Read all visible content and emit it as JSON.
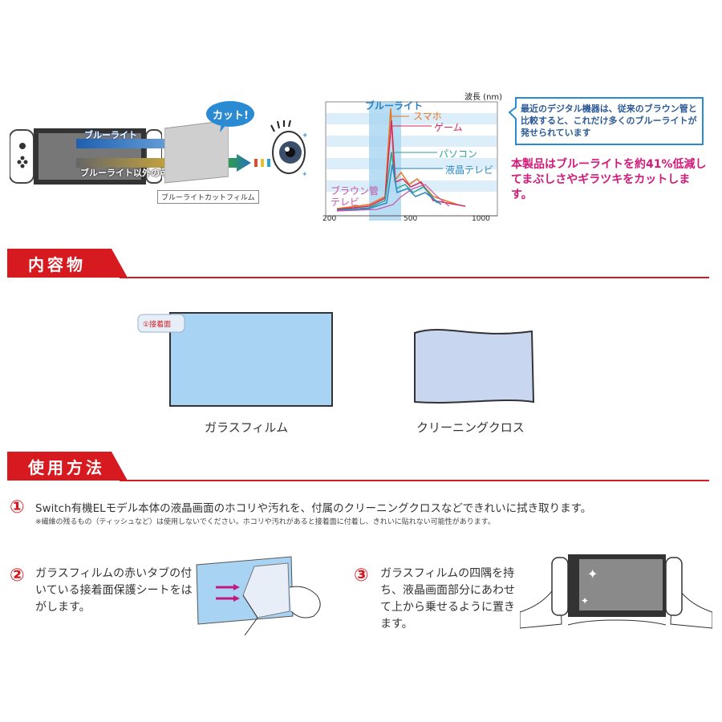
{
  "top": {
    "callout_cut": "カット!",
    "label_bluelight": "ブルーライト",
    "label_visible": "ブルーライト以外の可視光線",
    "label_film": "ブルーライトカットフィルム"
  },
  "spectrum": {
    "unit_label": "波長 (nm)",
    "band_label": "ブルーライト",
    "series": [
      {
        "name": "スマホ",
        "color": "#e87722"
      },
      {
        "name": "ゲーム",
        "color": "#d7265a"
      },
      {
        "name": "パソコン",
        "color": "#2aa58f"
      },
      {
        "name": "液晶テレビ",
        "color": "#2a8ac4"
      },
      {
        "name": "ブラウン管テレビ",
        "color": "#c653a6"
      }
    ],
    "ticks": [
      "200",
      "500",
      "1000"
    ]
  },
  "info": {
    "box_text": "最近のデジタル機器は、従来のブラウン管と比較すると、これだけ多くのブルーライトが発せられています",
    "claim_text": "本製品はブルーライトを約41%低減してまぶしさやギラツキをカットします。"
  },
  "contents": {
    "heading": "内容物",
    "tab_label": "①接着面",
    "glass_label": "ガラスフィルム",
    "cloth_label": "クリーニングクロス"
  },
  "usage": {
    "heading": "使用方法",
    "step1_num": "①",
    "step1_text": "Switch有機ELモデル本体の液晶画面のホコリや汚れを、付属のクリーニングクロスなどできれいに拭き取ります。",
    "step1_note": "※繊維の残るもの（ティッシュなど）は使用しないでください。ホコリや汚れがあると接着面に付着し、きれいに貼れない可能性があります。",
    "step2_num": "②",
    "step2_text": "ガラスフィルムの赤いタブの付いている接着面保護シートをはがします。",
    "step3_num": "③",
    "step3_text": "ガラスフィルムの四隅を持ち、液晶画面部分にあわせて上から乗せるように置きます。"
  },
  "colors": {
    "accent": "#d71920",
    "light_blue": "#a9d3f2",
    "info_blue": "#2c5a96",
    "magenta": "#d21a7a"
  }
}
